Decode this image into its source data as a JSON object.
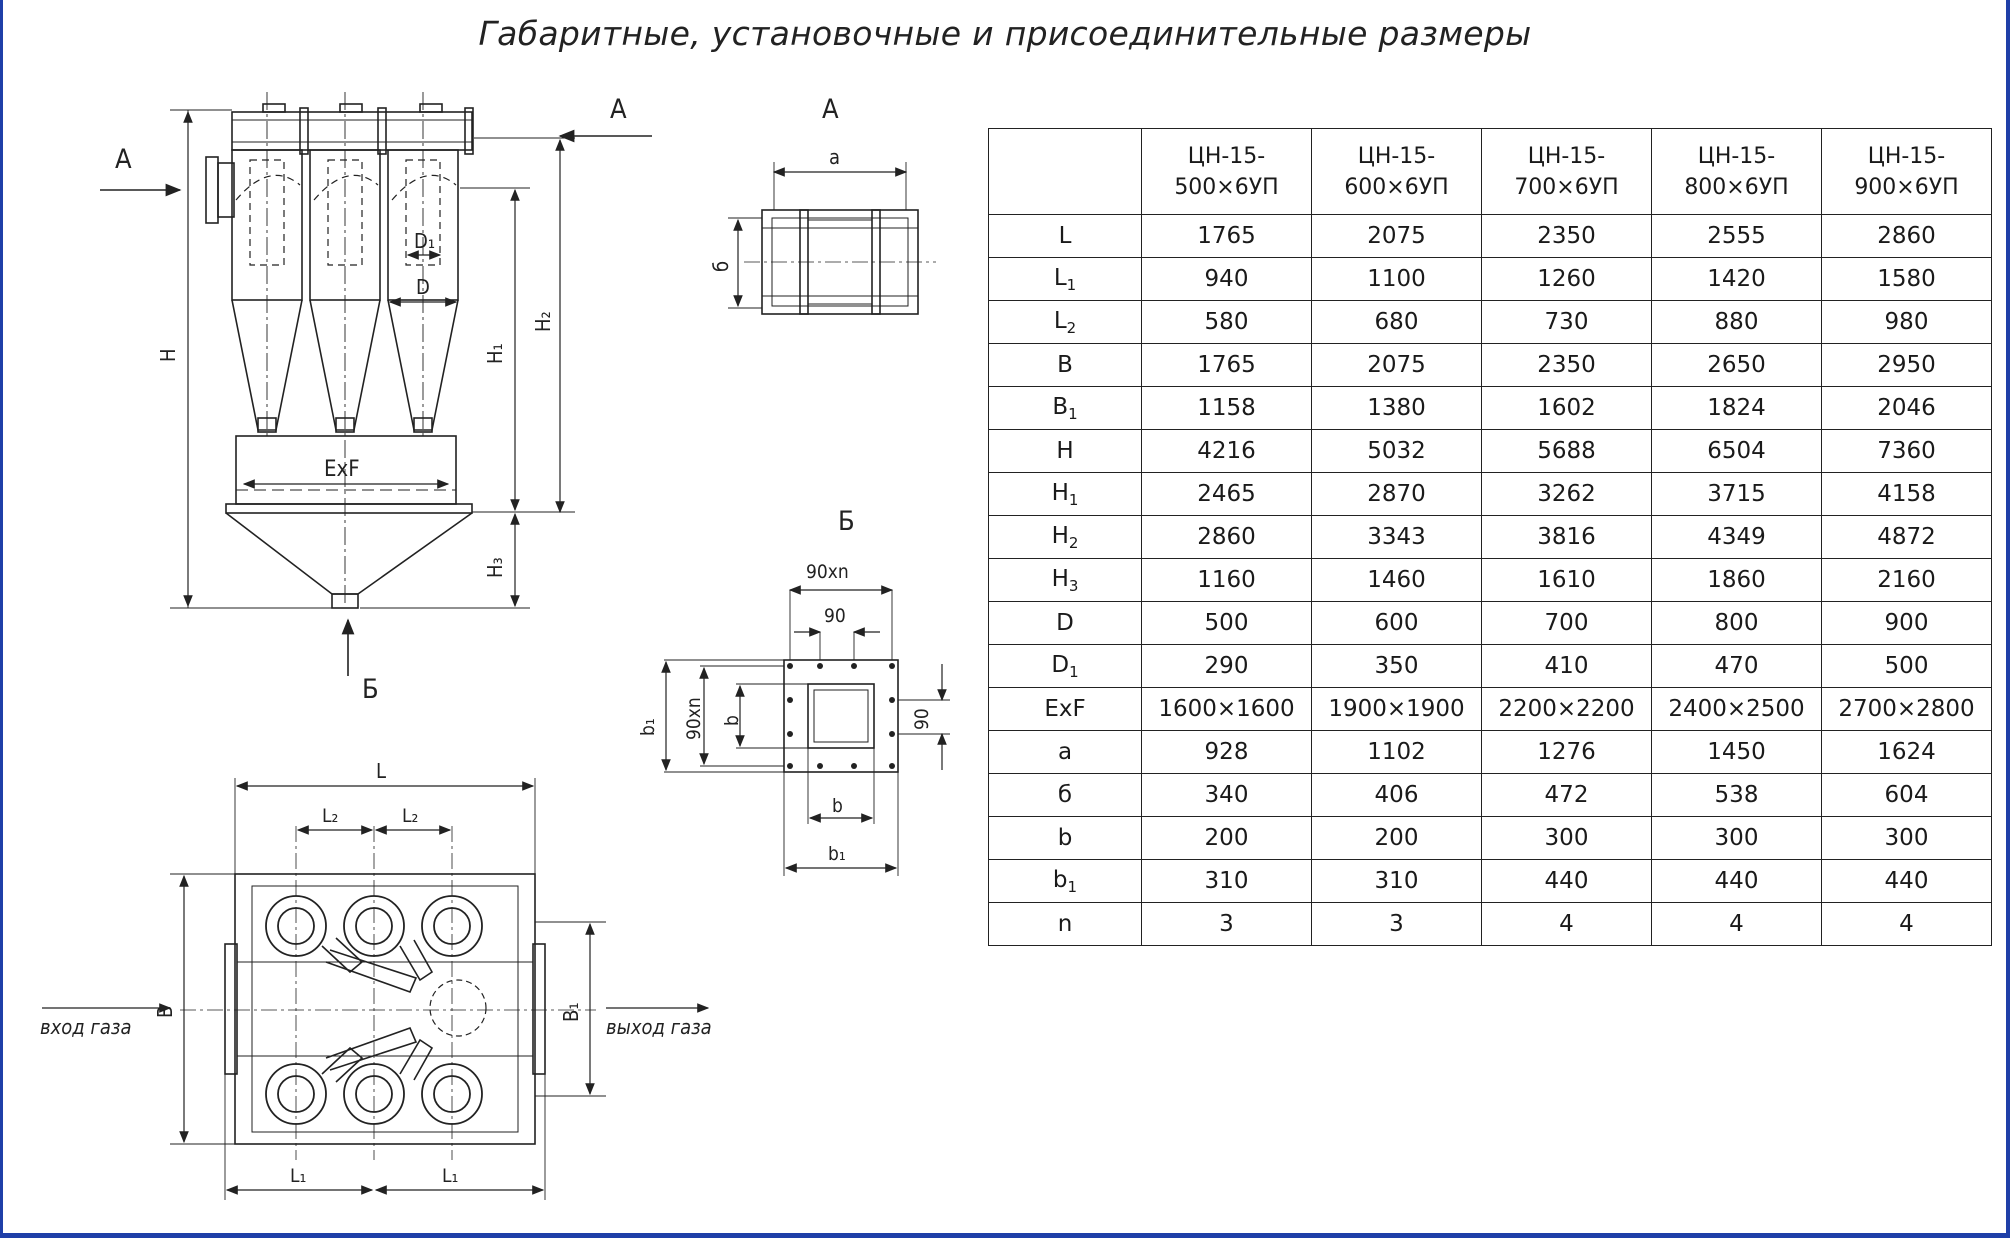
{
  "title": "Габаритные, установочные и присоединительные размеры",
  "drawing_labels": {
    "view_a": "А",
    "view_b": "Б",
    "H": "H",
    "H1": "H₁",
    "H2": "H₂",
    "H3": "H₃",
    "D": "D",
    "D1": "D₁",
    "ExF": "ExF",
    "L": "L",
    "L1": "L₁",
    "L2": "L₂",
    "B": "B",
    "B1": "B₁",
    "a": "a",
    "b_cyr": "б",
    "b": "b",
    "b1": "b₁",
    "90xn": "90xn",
    "90": "90",
    "gas_inlet": "вход газа",
    "gas_outlet": "выход газа"
  },
  "table": {
    "models": [
      [
        "ЦН-15-",
        "500×6УП"
      ],
      [
        "ЦН-15-",
        "600×6УП"
      ],
      [
        "ЦН-15-",
        "700×6УП"
      ],
      [
        "ЦН-15-",
        "800×6УП"
      ],
      [
        "ЦН-15-",
        "900×6УП"
      ]
    ],
    "rows": [
      {
        "param": "L",
        "sub": "",
        "values": [
          "1765",
          "2075",
          "2350",
          "2555",
          "2860"
        ]
      },
      {
        "param": "L",
        "sub": "1",
        "values": [
          "940",
          "1100",
          "1260",
          "1420",
          "1580"
        ]
      },
      {
        "param": "L",
        "sub": "2",
        "values": [
          "580",
          "680",
          "730",
          "880",
          "980"
        ]
      },
      {
        "param": "B",
        "sub": "",
        "values": [
          "1765",
          "2075",
          "2350",
          "2650",
          "2950"
        ]
      },
      {
        "param": "B",
        "sub": "1",
        "values": [
          "1158",
          "1380",
          "1602",
          "1824",
          "2046"
        ]
      },
      {
        "param": "H",
        "sub": "",
        "values": [
          "4216",
          "5032",
          "5688",
          "6504",
          "7360"
        ]
      },
      {
        "param": "H",
        "sub": "1",
        "values": [
          "2465",
          "2870",
          "3262",
          "3715",
          "4158"
        ]
      },
      {
        "param": "H",
        "sub": "2",
        "values": [
          "2860",
          "3343",
          "3816",
          "4349",
          "4872"
        ]
      },
      {
        "param": "H",
        "sub": "3",
        "values": [
          "1160",
          "1460",
          "1610",
          "1860",
          "2160"
        ]
      },
      {
        "param": "D",
        "sub": "",
        "values": [
          "500",
          "600",
          "700",
          "800",
          "900"
        ]
      },
      {
        "param": "D",
        "sub": "1",
        "values": [
          "290",
          "350",
          "410",
          "470",
          "500"
        ]
      },
      {
        "param": "ExF",
        "sub": "",
        "values": [
          "1600×1600",
          "1900×1900",
          "2200×2200",
          "2400×2500",
          "2700×2800"
        ]
      },
      {
        "param": "a",
        "sub": "",
        "values": [
          "928",
          "1102",
          "1276",
          "1450",
          "1624"
        ]
      },
      {
        "param": "б",
        "sub": "",
        "values": [
          "340",
          "406",
          "472",
          "538",
          "604"
        ]
      },
      {
        "param": "b",
        "sub": "",
        "values": [
          "200",
          "200",
          "300",
          "300",
          "300"
        ]
      },
      {
        "param": "b",
        "sub": "1",
        "values": [
          "310",
          "310",
          "440",
          "440",
          "440"
        ]
      },
      {
        "param": "n",
        "sub": "",
        "values": [
          "3",
          "3",
          "4",
          "4",
          "4"
        ]
      }
    ]
  },
  "colors": {
    "frame": "#1f3fa8",
    "ink": "#222222"
  }
}
